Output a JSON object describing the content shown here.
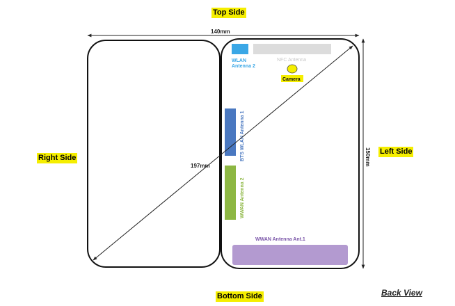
{
  "sides": {
    "top": "Top Side",
    "bottom": "Bottom Side",
    "right": "Right Side",
    "left": "Left Side"
  },
  "view_label": "Back View",
  "dimensions": {
    "width": "140mm",
    "height": "150mm",
    "diagonal": "197mm"
  },
  "antennas": {
    "wlan2": {
      "line1": "WLAN",
      "line2": "Antenna 2",
      "color": "#3aa7e6"
    },
    "nfc": {
      "label": "NFC Antenna",
      "color": "#dcdcdc"
    },
    "camera": {
      "label": "Camera",
      "color": "#f5ee00"
    },
    "bts_wlan1": {
      "label": "BTS WLAN Antenna 1",
      "color": "#4a78c0"
    },
    "wwan2": {
      "label": "WWAN Antenna 2",
      "color": "#8db743"
    },
    "wwan1": {
      "label": "WWAN Antenna Ant.1",
      "color": "#b39ad0"
    }
  }
}
